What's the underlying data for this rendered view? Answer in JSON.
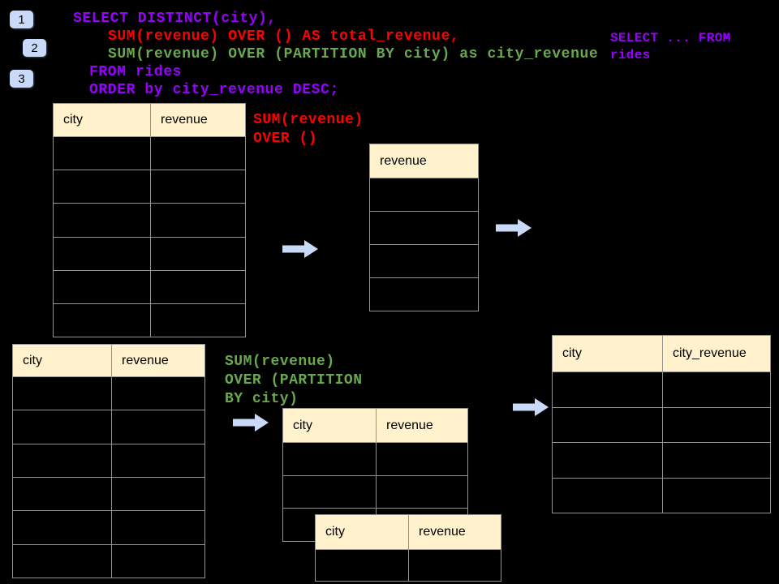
{
  "page": {
    "background": "#000000"
  },
  "colors": {
    "purple": "#9900FF",
    "red": "#FF0000",
    "green": "#6AA84F",
    "table_header_bg": "#FFF2CC",
    "table_border": "#949494",
    "badge_bg": "#C9DAF8",
    "arrow_fill": "#C9DAF8"
  },
  "badges": {
    "bg": "#C9DAF8",
    "items": [
      {
        "label": "1"
      },
      {
        "label": "2"
      },
      {
        "label": "3"
      }
    ]
  },
  "sql_code": {
    "lines": [
      {
        "text": "SELECT DISTINCT(city),",
        "color": "#9900FF"
      },
      {
        "text": "SUM(revenue) OVER () AS total_revenue,",
        "color": "#FF0000"
      },
      {
        "text": "SUM(revenue) OVER (PARTITION BY city) as city_revenue",
        "color": "#6AA84F"
      },
      {
        "text": "FROM rides",
        "color": "#9900FF"
      },
      {
        "text": "ORDER by city_revenue DESC;",
        "color": "#9900FF"
      }
    ]
  },
  "side_note": {
    "color": "#9900FF",
    "lines": [
      {
        "text": "SELECT ... FROM"
      },
      {
        "text": "rides"
      }
    ]
  },
  "annotation_total": {
    "color": "#FF0000",
    "lines": [
      {
        "text": "SUM(revenue)"
      },
      {
        "text": "OVER ()"
      }
    ]
  },
  "annotation_partition": {
    "color": "#6AA84F",
    "lines": [
      {
        "text": "SUM(revenue)"
      },
      {
        "text": "OVER (PARTITION"
      },
      {
        "text": "BY city)"
      }
    ]
  },
  "tables": {
    "header_bg": "#FFF2CC",
    "source_top": {
      "columns": [
        "city",
        "revenue"
      ],
      "empty_rows": 6
    },
    "total_result": {
      "columns": [
        "revenue"
      ],
      "empty_rows": 4
    },
    "source_bottom": {
      "columns": [
        "city",
        "revenue"
      ],
      "empty_rows": 6
    },
    "partition_step": {
      "columns": [
        "city",
        "revenue"
      ],
      "empty_rows": 3
    },
    "partition_overlay": {
      "columns": [
        "city",
        "revenue"
      ],
      "empty_rows": 1
    },
    "final_result": {
      "columns": [
        "city",
        "city_revenue"
      ],
      "empty_rows": 4
    }
  },
  "arrows": {
    "fill": "#C9DAF8"
  }
}
